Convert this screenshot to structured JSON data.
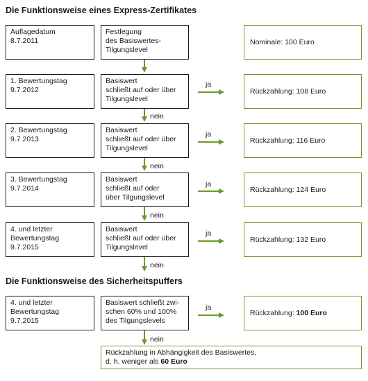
{
  "headings": {
    "express": "Die Funktionsweise eines Express-Zertifikates",
    "puffer": "Die Funktionsweise des Sicherheitspuffers"
  },
  "rows": [
    {
      "date_lines": [
        "Auflagedatum",
        "8.7.2011"
      ],
      "condition_lines": [
        "Festlegung",
        "des Basiswertes-",
        "Tilgungslevel"
      ],
      "result": "Nominale: 100 Euro"
    },
    {
      "date_lines": [
        "1. Bewertungstag",
        "9.7.2012"
      ],
      "condition_lines": [
        "Basiswert",
        "schließt auf oder über",
        "Tilgungslevel"
      ],
      "yes_label": "ja",
      "result": "Rückzahlung: 108 Euro",
      "no_label": "nein"
    },
    {
      "date_lines": [
        "2. Bewertungstag",
        "9.7.2013"
      ],
      "condition_lines": [
        "Basiswert",
        "schließt auf oder über",
        "Tilgungslevel"
      ],
      "yes_label": "ja",
      "result": "Rückzahlung: 116 Euro",
      "no_label": "nein"
    },
    {
      "date_lines": [
        "3. Bewertungstag",
        "9.7.2014"
      ],
      "condition_lines": [
        "Basiswert",
        "schließt auf oder",
        "über Tilgungslevel"
      ],
      "yes_label": "ja",
      "result": "Rückzahlung: 124 Euro",
      "no_label": "nein"
    },
    {
      "date_lines": [
        "4. und letzter",
        "Bewertungstag",
        "9.7.2015"
      ],
      "condition_lines": [
        "Basiswert",
        "schließt auf oder über",
        "Tilgungslevel"
      ],
      "yes_label": "ja",
      "result": "Rückzahlung: 132 Euro",
      "no_label": "nein"
    }
  ],
  "puffer": {
    "date_lines": [
      "4. und letzter",
      "Bewertungstag",
      "9.7.2015"
    ],
    "condition_lines": [
      "Basiswert schließt zwi-",
      "schen 60% und 100%",
      "des Tilgungslevels"
    ],
    "yes_label": "ja",
    "result_prefix": "Rückzahlung: ",
    "result_bold": "100 Euro",
    "no_label": "nein",
    "final_line1": "Rückzahlung in Abhängigkeit des Basiswertes,",
    "final_line2_prefix": "d. h. weniger als ",
    "final_line2_bold": "60 Euro"
  },
  "colors": {
    "accent_green": "#6a9a2a",
    "border_black": "#1a1a1a"
  }
}
